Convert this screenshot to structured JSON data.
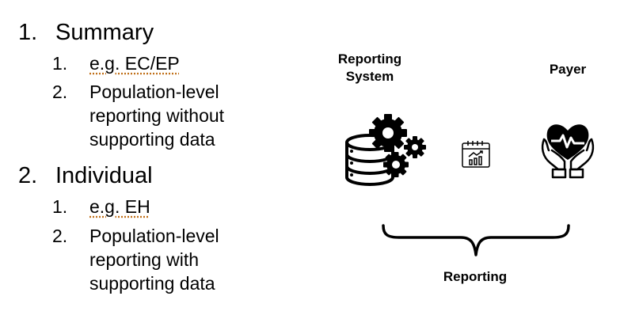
{
  "outline": {
    "item1": {
      "number": "1.",
      "label": "Summary",
      "sub1": {
        "number": "1.",
        "text": "e.g. EC/EP"
      },
      "sub2": {
        "number": "2.",
        "line1": "Population-level",
        "line2": "reporting without",
        "line3": "supporting data"
      }
    },
    "item2": {
      "number": "2.",
      "label": "Individual",
      "sub1": {
        "number": "1.",
        "text": "e.g. EH"
      },
      "sub2": {
        "number": "2.",
        "line1": "Population-level",
        "line2": "reporting with",
        "line3": "supporting data"
      }
    }
  },
  "diagram": {
    "reporting_system_line1": "Reporting",
    "reporting_system_line2": "System",
    "payer_label": "Payer",
    "brace_label": "Reporting",
    "icons": [
      "database-gears-icon",
      "calendar-chart-icon",
      "hands-heart-icon",
      "curly-brace"
    ]
  }
}
